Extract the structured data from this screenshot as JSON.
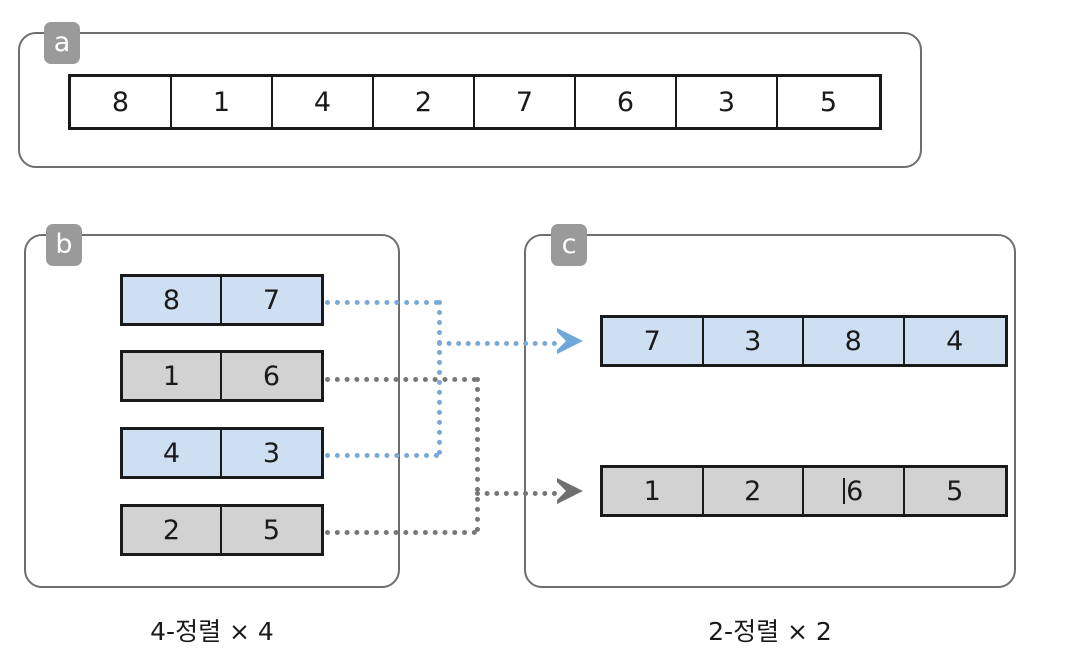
{
  "figure": {
    "panels": [
      {
        "id": "a",
        "badge": "a",
        "caption": "",
        "arrays": [
          {
            "style": "white",
            "values": [
              "8",
              "1",
              "4",
              "2",
              "7",
              "6",
              "3",
              "5"
            ]
          }
        ]
      },
      {
        "id": "b",
        "badge": "b",
        "caption": "4-정렬 × 4",
        "arrays": [
          {
            "style": "blue",
            "values": [
              "8",
              "7"
            ]
          },
          {
            "style": "gray",
            "values": [
              "1",
              "6"
            ]
          },
          {
            "style": "blue",
            "values": [
              "4",
              "3"
            ]
          },
          {
            "style": "gray",
            "values": [
              "2",
              "5"
            ]
          }
        ]
      },
      {
        "id": "c",
        "badge": "c",
        "caption": "2-정렬 × 2",
        "arrays": [
          {
            "style": "blue",
            "values": [
              "7",
              "3",
              "8",
              "4"
            ]
          },
          {
            "style": "gray",
            "values": [
              "1",
              "2",
              "6",
              "5"
            ]
          }
        ]
      }
    ],
    "connectors": [
      {
        "name": "blue-merge",
        "from": [
          "b.row0",
          "b.row2"
        ],
        "to": "c.row0",
        "color": "#7aa9d6",
        "style": "dotted"
      },
      {
        "name": "gray-merge",
        "from": [
          "b.row1",
          "b.row3"
        ],
        "to": "c.row1",
        "color": "#777777",
        "style": "dotted"
      }
    ],
    "colors": {
      "blue_fill": "#cedff1",
      "gray_fill": "#d2d2d2",
      "white_fill": "#ffffff",
      "cell_border": "#1a1a1a",
      "panel_border": "#6e6e6e",
      "badge_bg": "#9a9a9a",
      "blue_arrow": "#6ea8d8",
      "gray_arrow": "#707070"
    }
  }
}
